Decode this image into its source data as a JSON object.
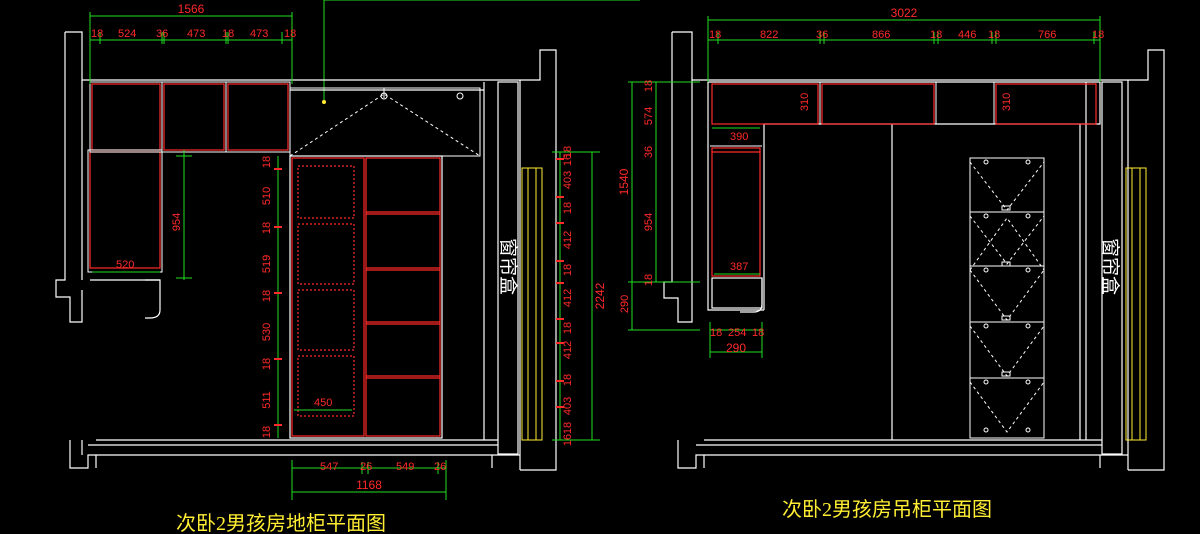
{
  "left_plan": {
    "title": "次卧2男孩房地柜平面图",
    "window_label": "窗帘盒",
    "top_overall": "1566",
    "top_segments": [
      "18",
      "524",
      "36",
      "473",
      "18",
      "473",
      "18"
    ],
    "left_dim_vertical": "954",
    "left_dim_horizontal": "520",
    "right_chain": [
      "16",
      "18",
      "403",
      "18",
      "412",
      "18",
      "412",
      "18",
      "412",
      "18",
      "403",
      "18",
      "16"
    ],
    "right_overall": "2242",
    "inner_chain": [
      "18",
      "510",
      "18",
      "519",
      "18",
      "530",
      "18",
      "511",
      "18"
    ],
    "inner_width": "450",
    "bottom_segments": [
      "547",
      "26",
      "549",
      "26"
    ],
    "bottom_overall": "1168"
  },
  "right_plan": {
    "title": "次卧2男孩房吊柜平面图",
    "window_label": "窗帘盒",
    "top_overall": "3022",
    "top_segments": [
      "18",
      "822",
      "36",
      "866",
      "18",
      "446",
      "18",
      "766",
      "18"
    ],
    "left_chain": [
      "18",
      "574",
      "36",
      "954",
      "18"
    ],
    "left_overall": "1540",
    "left_lower": "290",
    "inner_labels": [
      "310",
      "310",
      "390",
      "387"
    ],
    "bottom_segments": [
      "18",
      "254",
      "18"
    ],
    "bottom_overall": "290"
  },
  "colors": {
    "background": "#000000",
    "wall": "#ffffff",
    "cabinet": "#ff2a2a",
    "dimension_line": "#22dd22",
    "title": "#ffee33",
    "window_frame": "#ffee33"
  }
}
